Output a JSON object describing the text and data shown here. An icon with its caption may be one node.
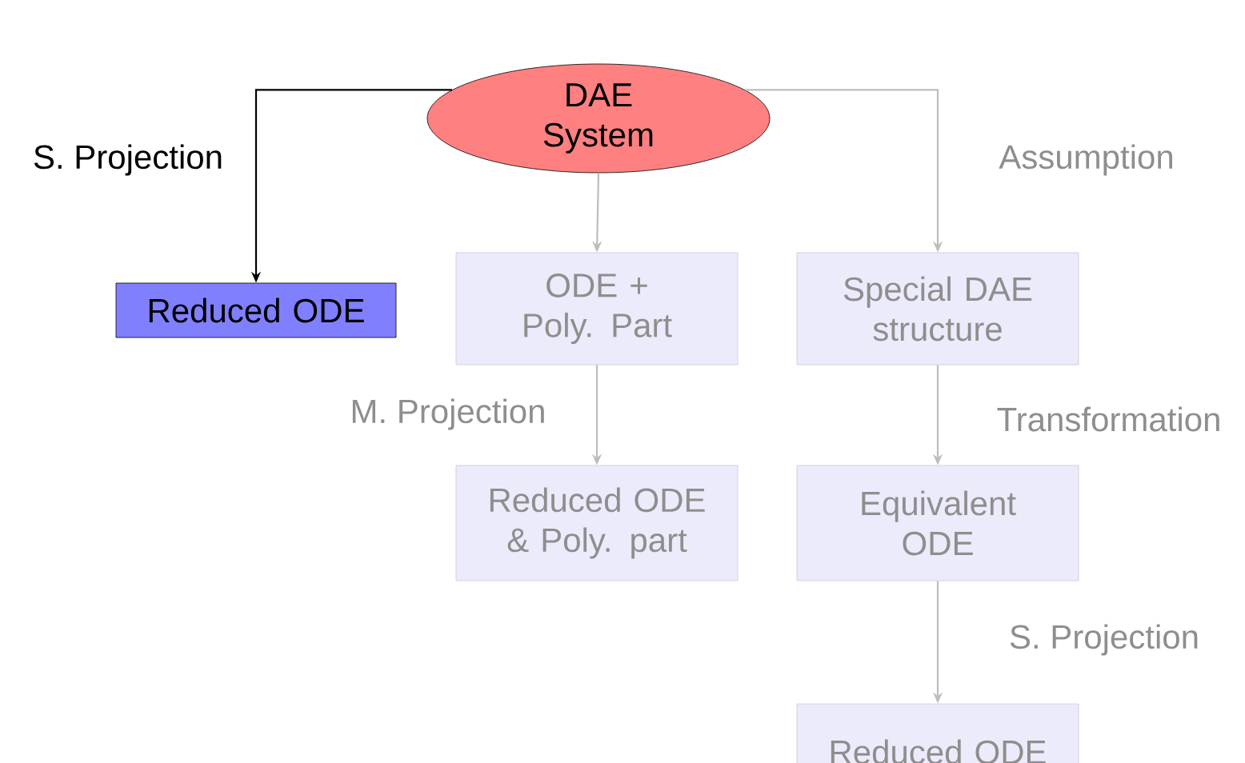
{
  "diagram": {
    "nodes": [
      {
        "text": [
          "DAE System"
        ]
      },
      {
        "text": [
          "Reduced ODE"
        ]
      },
      {
        "text": [
          "ODE + Poly. Part"
        ]
      },
      {
        "text": [
          "Special DAE structure"
        ]
      },
      {
        "text": [
          "Reduced ODE & Poly. part"
        ]
      },
      {
        "text": [
          "Equivalent ODE"
        ]
      },
      {
        "text": [
          "Reduced ODE"
        ]
      }
    ],
    "edges": [
      {
        "from": 0,
        "to": 1,
        "arrow": "to",
        "label": "S. Projection",
        "color": "#000000"
      },
      {
        "from": 0,
        "to": 2,
        "arrow": "to"
      },
      {
        "from": 0,
        "to": 3,
        "arrow": "to",
        "label": "Assumption"
      },
      {
        "from": 2,
        "to": 4,
        "arrow": "to",
        "label": "M. Projection"
      },
      {
        "from": 3,
        "to": 5,
        "arrow": "to",
        "label": "Transformation"
      },
      {
        "from": 5,
        "to": 6,
        "arrow": "to",
        "label": "S. Projection"
      }
    ]
  }
}
